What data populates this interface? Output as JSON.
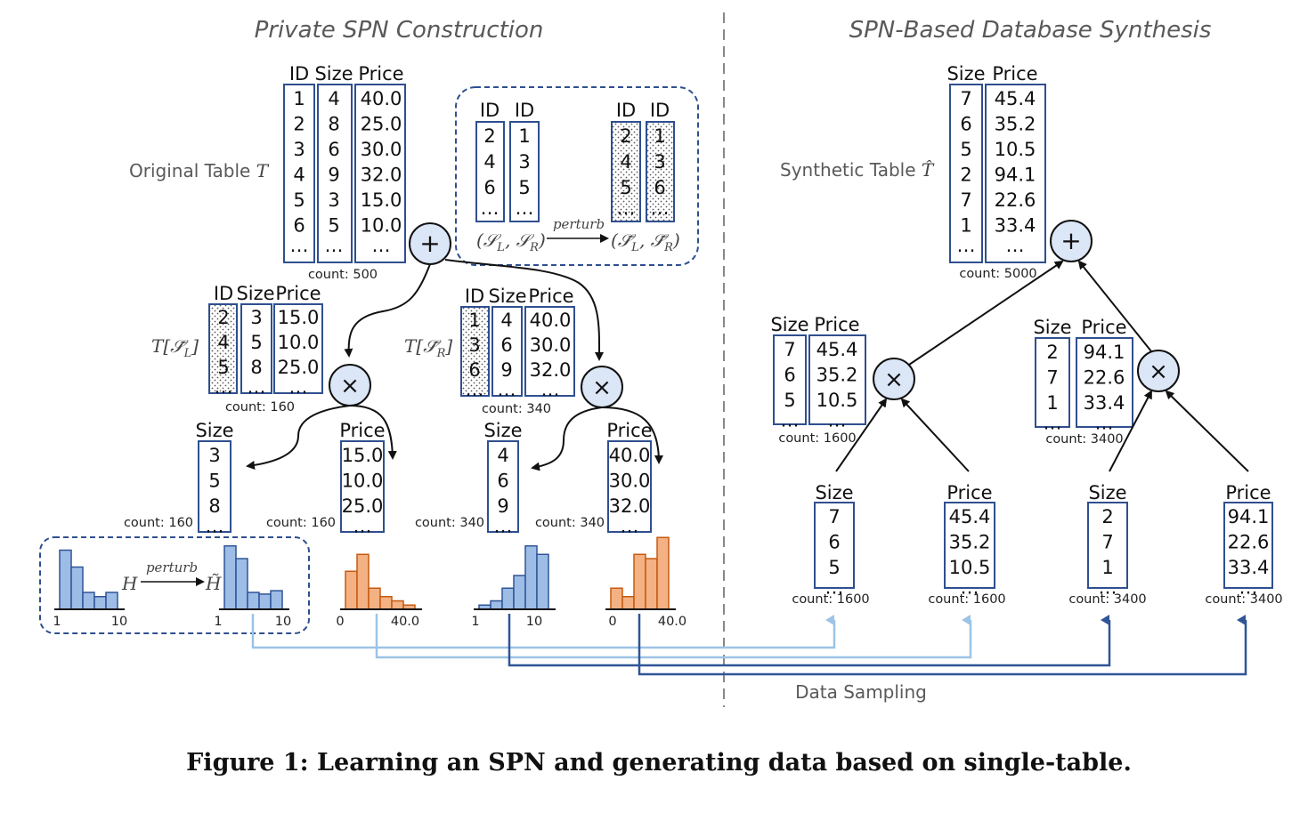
{
  "left_title": "Private SPN Construction",
  "right_title": "SPN-Based Database Synthesis",
  "caption": "Figure 1: Learning an SPN and generating data based on single-table.",
  "data_sampling": "Data Sampling",
  "original": {
    "label": "Original Table ",
    "label_var": "T",
    "headers": [
      "ID",
      "Size",
      "Price"
    ],
    "ids": [
      "1",
      "2",
      "3",
      "4",
      "5",
      "6",
      "…"
    ],
    "sizes": [
      "4",
      "8",
      "6",
      "9",
      "3",
      "5",
      "…"
    ],
    "prices": [
      "40.0",
      "25.0",
      "30.0",
      "32.0",
      "15.0",
      "10.0",
      "…"
    ],
    "count": "count: 500"
  },
  "perturb_box": {
    "headers": [
      "ID",
      "ID",
      "ID",
      "ID"
    ],
    "sl": [
      "2",
      "4",
      "6",
      "…"
    ],
    "sr": [
      "1",
      "3",
      "5",
      "…"
    ],
    "sl_t": [
      "2",
      "4",
      "5",
      "…"
    ],
    "sr_t": [
      "1",
      "3",
      "6",
      "…"
    ],
    "perturb": "perturb",
    "before": "(𝒮_L, 𝒮_R)",
    "after": "(𝒮̃_L, 𝒮̃_R)"
  },
  "left_sub": {
    "label": "T[𝒮̃_L]",
    "headers": [
      "ID",
      "Size",
      "Price"
    ],
    "ids": [
      "2",
      "4",
      "5",
      "…"
    ],
    "sizes": [
      "3",
      "5",
      "8",
      "…"
    ],
    "prices": [
      "15.0",
      "10.0",
      "25.0",
      "…"
    ],
    "count": "count: 160"
  },
  "right_sub": {
    "label": "T[𝒮̃_R]",
    "headers": [
      "ID",
      "Size",
      "Price"
    ],
    "ids": [
      "1",
      "3",
      "6",
      "…"
    ],
    "sizes": [
      "4",
      "6",
      "9",
      "…"
    ],
    "prices": [
      "40.0",
      "30.0",
      "32.0",
      "…"
    ],
    "count": "count: 340"
  },
  "leaves_left": [
    {
      "header": "Size",
      "values": [
        "3",
        "5",
        "8",
        "…"
      ],
      "count": "count: 160"
    },
    {
      "header": "Price",
      "values": [
        "15.0",
        "10.0",
        "25.0",
        "…"
      ],
      "count": "count: 160"
    },
    {
      "header": "Size",
      "values": [
        "4",
        "6",
        "9",
        "…"
      ],
      "count": "count: 340"
    },
    {
      "header": "Price",
      "values": [
        "40.0",
        "30.0",
        "32.0",
        "…"
      ],
      "count": "count: 340"
    }
  ],
  "histograms": {
    "h1_ticks": [
      "1",
      "10"
    ],
    "h2_ticks": [
      "1",
      "10"
    ],
    "h3_ticks": [
      "0",
      "40.0"
    ],
    "h4_ticks": [
      "1",
      "10"
    ],
    "h5_ticks": [
      "0",
      "40.0"
    ],
    "H": "H",
    "H_tilde": "H̃",
    "perturb": "perturb",
    "h1_bars": [
      7,
      5,
      2,
      1.5,
      2
    ],
    "h2_bars": [
      7.5,
      6,
      2,
      1.8,
      2.2
    ],
    "h3_bars": [
      4.5,
      6.5,
      2.5,
      1.5,
      1,
      0.5
    ],
    "h4_bars": [
      0.5,
      1,
      2.5,
      4,
      7.5,
      6.5
    ],
    "h5_bars": [
      2.5,
      1.5,
      6.5,
      6,
      8.5
    ]
  },
  "synthetic": {
    "label": "Synthetic Table ",
    "label_var": "T̂",
    "headers": [
      "Size",
      "Price"
    ],
    "sizes": [
      "7",
      "6",
      "5",
      "2",
      "7",
      "1",
      "…"
    ],
    "prices": [
      "45.4",
      "35.2",
      "10.5",
      "94.1",
      "22.6",
      "33.4",
      "…"
    ],
    "count": "count: 5000"
  },
  "syn_left": {
    "headers": [
      "Size",
      "Price"
    ],
    "sizes": [
      "7",
      "6",
      "5",
      "…"
    ],
    "prices": [
      "45.4",
      "35.2",
      "10.5",
      "…"
    ],
    "count": "count: 1600"
  },
  "syn_right": {
    "headers": [
      "Size",
      "Price"
    ],
    "sizes": [
      "2",
      "7",
      "1",
      "…"
    ],
    "prices": [
      "94.1",
      "22.6",
      "33.4",
      "…"
    ],
    "count": "count: 3400"
  },
  "leaves_right": [
    {
      "header": "Size",
      "values": [
        "7",
        "6",
        "5",
        "…"
      ],
      "count": "count: 1600"
    },
    {
      "header": "Price",
      "values": [
        "45.4",
        "35.2",
        "10.5",
        "…"
      ],
      "count": "count: 1600"
    },
    {
      "header": "Size",
      "values": [
        "2",
        "7",
        "1",
        "…"
      ],
      "count": "count: 3400"
    },
    {
      "header": "Price",
      "values": [
        "94.1",
        "22.6",
        "33.4",
        "…"
      ],
      "count": "count: 3400"
    }
  ],
  "symbols": {
    "sum": "+",
    "product": "×"
  },
  "colors": {
    "light_blue": "#9dc3e6",
    "dark_blue": "#2f5597",
    "orange": "#f4b183"
  }
}
